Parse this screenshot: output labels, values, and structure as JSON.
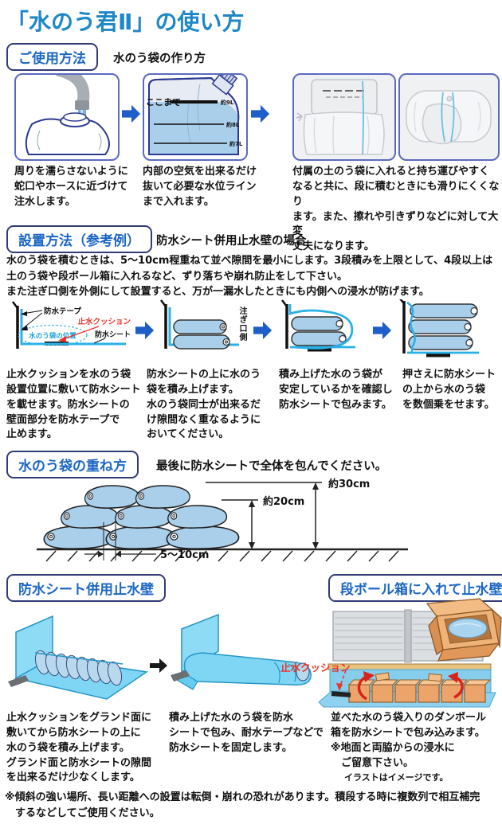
{
  "colors": {
    "accent_blue": "#1d87c8",
    "button_border_navy": "#323c74",
    "button_text_blue": "#1c66c4",
    "arrow_blue": "#1e5ec8",
    "sheet_cyan": "#2ab0e8",
    "bag_blue": "#a9cfeb",
    "alert_red": "#e8342a",
    "cardboard_orange": "#eca46a"
  },
  "header": {
    "title": "「水のう君Ⅱ」の使い方"
  },
  "usage": {
    "button": "ご使用方法",
    "subtitle": "水のう袋の作り方",
    "fill_label": "ここまで",
    "levels": [
      "約9L",
      "約8L",
      "約7L"
    ],
    "captions": [
      "周りを濡らさないように\n蛇口やホースに近づけて\n注水します。",
      "内部の空気を出来るだけ\n抜いて必要な水位ライン\nまで入れます。",
      "付属の土のう袋に入れると持ち運びやすく\nなると共に、段に積むときにも滑りにくくなり\nます。また、擦れや引きずりなどに対して大変\n丈夫になります。"
    ]
  },
  "installation": {
    "button": "設置方法（参考例）",
    "subtitle": "防水シート併用止水壁の場合",
    "intro": "水のう袋を積むときは、5～10cm程重ねて並べ隙間を最小にします。3段積みを上限として、4段以上は\n土のう袋や段ボール箱に入れるなど、ずり落ちや崩れ防止をして下さい。\nまた注ぎ口側を外側にして設置すると、万が一漏水したときにも内側への浸水が防げます。",
    "labels": {
      "tape": "防水テープ",
      "cushion": "止水クッション",
      "bag_position": "水のう袋の位置",
      "sheet": "防水シート",
      "spout_side": "注ぎ口側"
    },
    "captions": [
      "止水クッションを水のう袋\n設置位置に敷いて防水シート\nを載せます。防水シートの\n壁面部分を防水テープで\n止めます。",
      "防水シートの上に水のう\n袋を積み上げます。\n水のう袋同士が出来るだ\nけ隙間なく重なるように\nおいてください。",
      "積み上げた水のう袋が\n安定しているかを確認し\n防水シートで包みます。",
      "押さえに防水シート\nの上から水のう袋\nを数個乗をせます。"
    ]
  },
  "stacking": {
    "button": "水のう袋の重ね方",
    "subtitle": "最後に防水シートで全体を包んでください。",
    "dims": {
      "total_height": "約30cm",
      "two_tier_height": "約20cm",
      "overlap": "5～10cm"
    }
  },
  "sheet_wall": {
    "button": "防水シート併用止水壁",
    "captions": [
      "止水クッションをグランド面に\n敷いてから防水シートの上に\n水のう袋を積み上げます。\nグランド面と防水シートの隙間\nを出来るだけ少なくします。",
      "積み上げた水のう袋を防水\nシートで包み、耐水テープなどで\n防水シートを固定します。"
    ]
  },
  "box_wall": {
    "button": "段ボール箱に入れて止水壁",
    "cushion_label": "止水クッション",
    "caption": "並べた水のう袋入りのダンボール\n箱を防水シートで包み込みます。\n※地面と両脇からの浸水に\n　ご留意下さい。",
    "note_small": "イラストはイメージです。"
  },
  "footer": {
    "note": "※傾斜の強い場所、長い距離への設置は転倒・崩れの恐れがあります。積段する時に複数列で相互補完\n　するなどしてご使用ください。"
  }
}
